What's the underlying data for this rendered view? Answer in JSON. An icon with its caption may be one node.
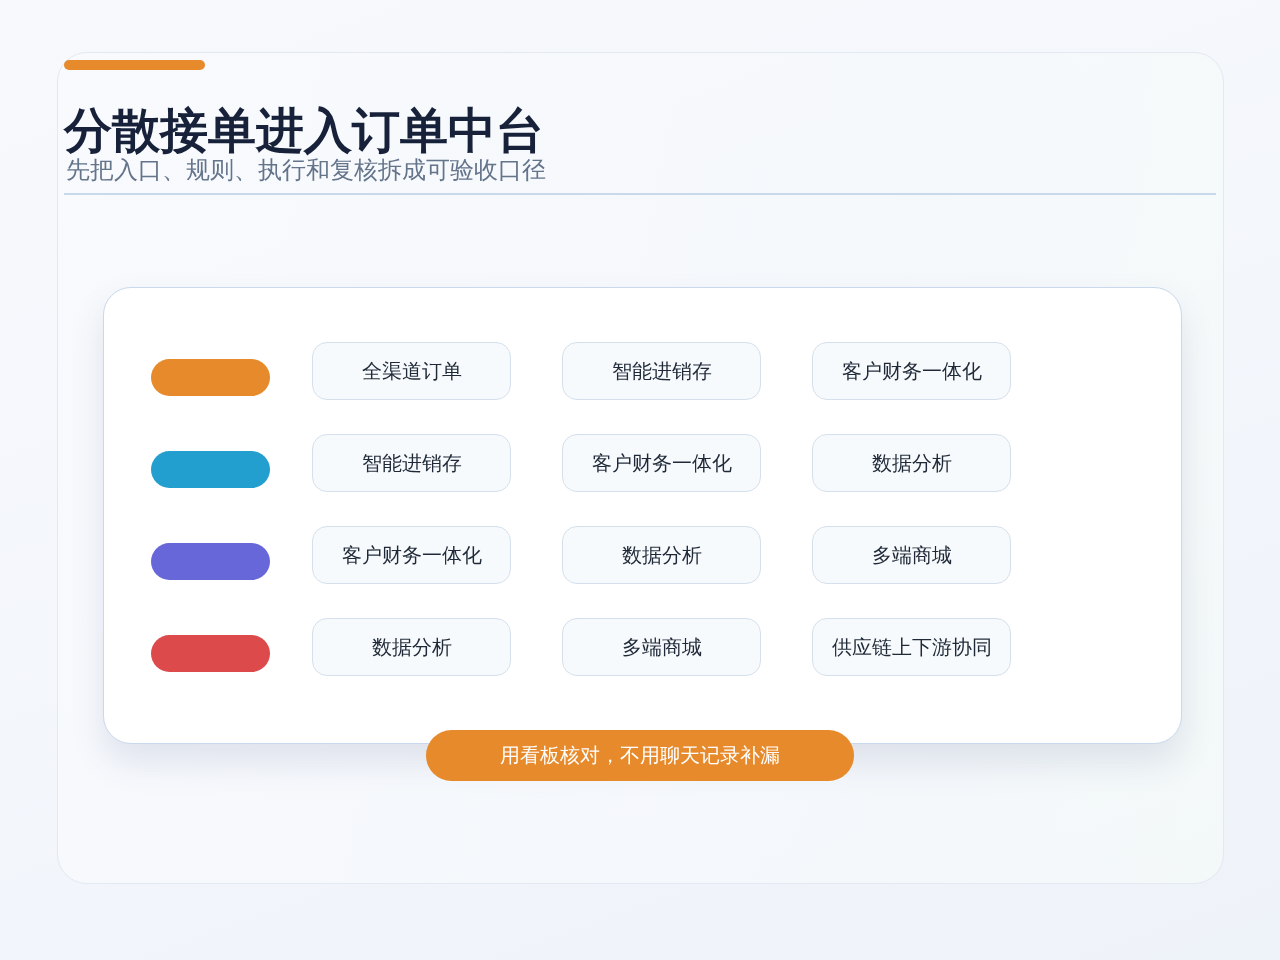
{
  "diagram": {
    "title": "分散接单进入订单中台",
    "nodes": [
      {
        "text": [],
        "shape": "box"
      },
      {
        "text": [],
        "shape": "bar",
        "in": 0
      },
      {
        "text": [
          "全渠道订单"
        ],
        "in": 0
      },
      {
        "text": [
          "智能进销存"
        ],
        "in": 0
      },
      {
        "text": [
          "客户财务一体化"
        ],
        "in": 0
      },
      {
        "text": [],
        "shape": "bar",
        "in": 0
      },
      {
        "text": [
          "智能进销存"
        ],
        "in": 0
      },
      {
        "text": [
          "客户财务一体化"
        ],
        "in": 0
      },
      {
        "text": [
          "数据分析"
        ],
        "in": 0
      },
      {
        "text": [],
        "shape": "bar",
        "in": 0
      },
      {
        "text": [
          "客户财务一体化"
        ],
        "in": 0
      },
      {
        "text": [
          "数据分析"
        ],
        "in": 0
      },
      {
        "text": [
          "多端商城"
        ],
        "in": 0
      },
      {
        "text": [],
        "shape": "bar",
        "in": 0
      },
      {
        "text": [
          "数据分析"
        ],
        "in": 0
      },
      {
        "text": [
          "多端商城"
        ],
        "in": 0
      },
      {
        "text": [
          "供应链上下游协同"
        ],
        "in": 0
      },
      {
        "text": [
          "用看板核对，不用聊天记录补漏"
        ]
      }
    ],
    "labels": [
      "先把入口、规则、执行和复核拆成可验收口径"
    ]
  }
}
